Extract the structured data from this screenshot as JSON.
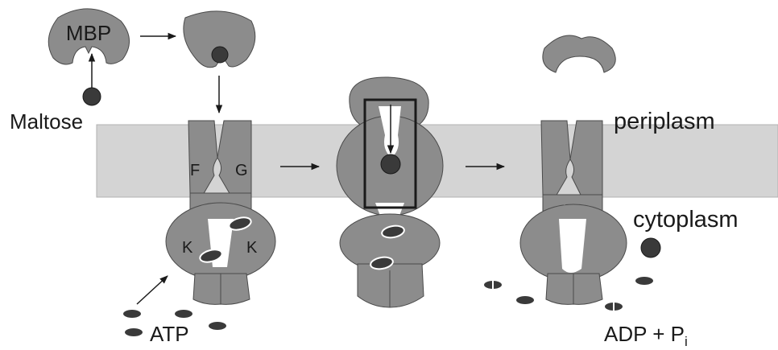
{
  "labels": {
    "mbp": "MBP",
    "maltose": "Maltose",
    "periplasm": "periplasm",
    "cytoplasm": "cytoplasm",
    "f": "F",
    "g": "G",
    "k_left": "K",
    "k_right": "K",
    "atp": "ATP",
    "adp": "ADP + P",
    "adp_sub": "i"
  },
  "colors": {
    "protein": "#8c8c8c",
    "membrane": "#d4d4d4",
    "ligand": "#3a3a3a",
    "outline": "#4a4a4a",
    "box": "#1a1a1a"
  }
}
